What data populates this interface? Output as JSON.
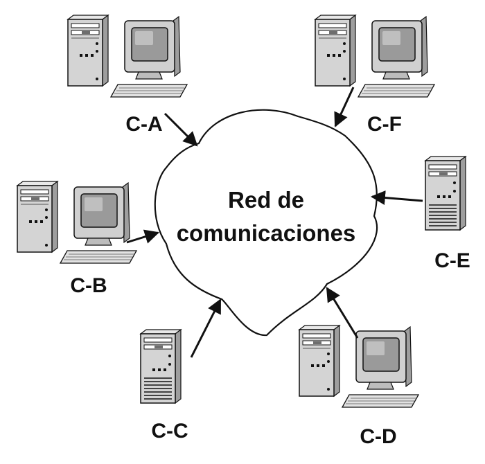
{
  "colors": {
    "stroke": "#111111",
    "cloud_fill": "#ffffff",
    "metal_light": "#e8e8e8",
    "metal_mid": "#bdbdbd",
    "metal_dark": "#8a8a8a",
    "screen": "#9a9a9a",
    "screen_highlight": "#c8c8c8"
  },
  "center": {
    "line1": "Red de",
    "line2": "comunicaciones"
  },
  "nodes": [
    {
      "id": "ca",
      "label": "C-A",
      "icon": "desktop-computer-icon"
    },
    {
      "id": "cb",
      "label": "C-B",
      "icon": "desktop-computer-icon"
    },
    {
      "id": "cc",
      "label": "C-C",
      "icon": "server-tower-icon"
    },
    {
      "id": "cd",
      "label": "C-D",
      "icon": "desktop-computer-icon"
    },
    {
      "id": "ce",
      "label": "C-E",
      "icon": "server-tower-icon"
    },
    {
      "id": "cf",
      "label": "C-F",
      "icon": "desktop-computer-icon"
    }
  ]
}
